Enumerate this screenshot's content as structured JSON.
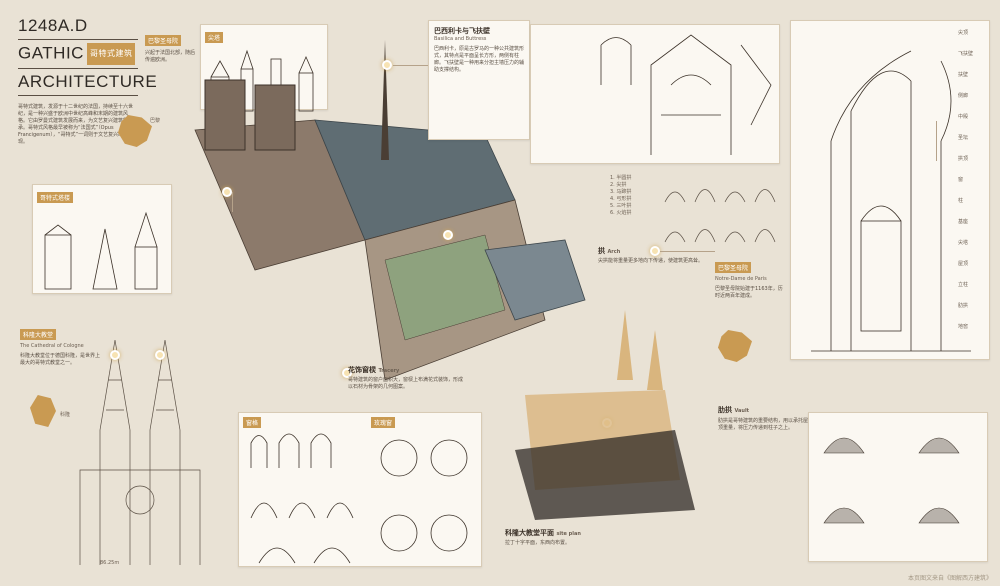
{
  "title": {
    "year": "1248A.D",
    "word1": "GATHIC",
    "word2": "ARCHITECTURE",
    "badge": "哥特式建筑",
    "intro": "哥特式建筑，发源于十二世纪的法国，持续至十六世纪，是一种兴盛于欧洲中世纪高峰和末期的建筑风格。它由罗曼式建筑发展而来，为文艺复兴建筑所继承。哥特式风格最早被称为“法国式”（Opus Francigenum），“哥特式”一词则于文艺复兴时期出现。"
  },
  "map_label_1": "巴黎",
  "origin_tag": "巴黎圣母院",
  "tower_tag": "尖塔",
  "styles_tag": "哥特式塔楼",
  "cologne": {
    "tag": "科隆大教堂",
    "sub": "The Cathedral of Cologne",
    "map_label": "科隆",
    "dim": "86.25m"
  },
  "buttress": {
    "title": "巴西利卡与飞扶壁",
    "sub": "Basilica and Buttress",
    "text": "巴西利卡，原是古罗马的一种公共建筑形式，其特点是平面呈长方形，两侧有柱廊。飞扶壁是一种用来分担主墙压力的辅助支撑结构。"
  },
  "arch": {
    "title": "拱",
    "sub": "Arch",
    "list": [
      "1. 半圆拱",
      "2. 尖拱",
      "3. 马蹄拱",
      "4. 弓形拱",
      "5. 三叶拱",
      "6. 火焰拱"
    ]
  },
  "cathedral_tag": "巴黎圣母院",
  "tracery": {
    "title": "花饰窗棂",
    "sub": "Tracery",
    "text": "哥特建筑的窗户面积大，窗棂上布满花式装饰，形成以石材为骨架的几何图案。",
    "window_tag": "窗格",
    "rose_tag": "玫瑰窗"
  },
  "site": {
    "title": "科隆大教堂平面",
    "sub": "site plan",
    "text": "拉丁十字平面，东西向布置。"
  },
  "france": {
    "tag": "巴黎圣母院",
    "sub": "Notre-Dame de Paris"
  },
  "vault": {
    "title": "肋拱",
    "sub": "Vault",
    "text": "肋拱是哥特建筑的重要结构，用以承托屋顶重量，将压力传递到柱子之上。"
  },
  "section_labels": [
    "尖顶",
    "飞扶壁",
    "扶壁",
    "侧廊",
    "中殿",
    "圣坛",
    "拱顶",
    "窗",
    "柱",
    "基座",
    "尖塔",
    "屋顶",
    "立柱",
    "肋拱",
    "地窖"
  ],
  "footer": "本页图文来自《图解西方建筑》"
}
